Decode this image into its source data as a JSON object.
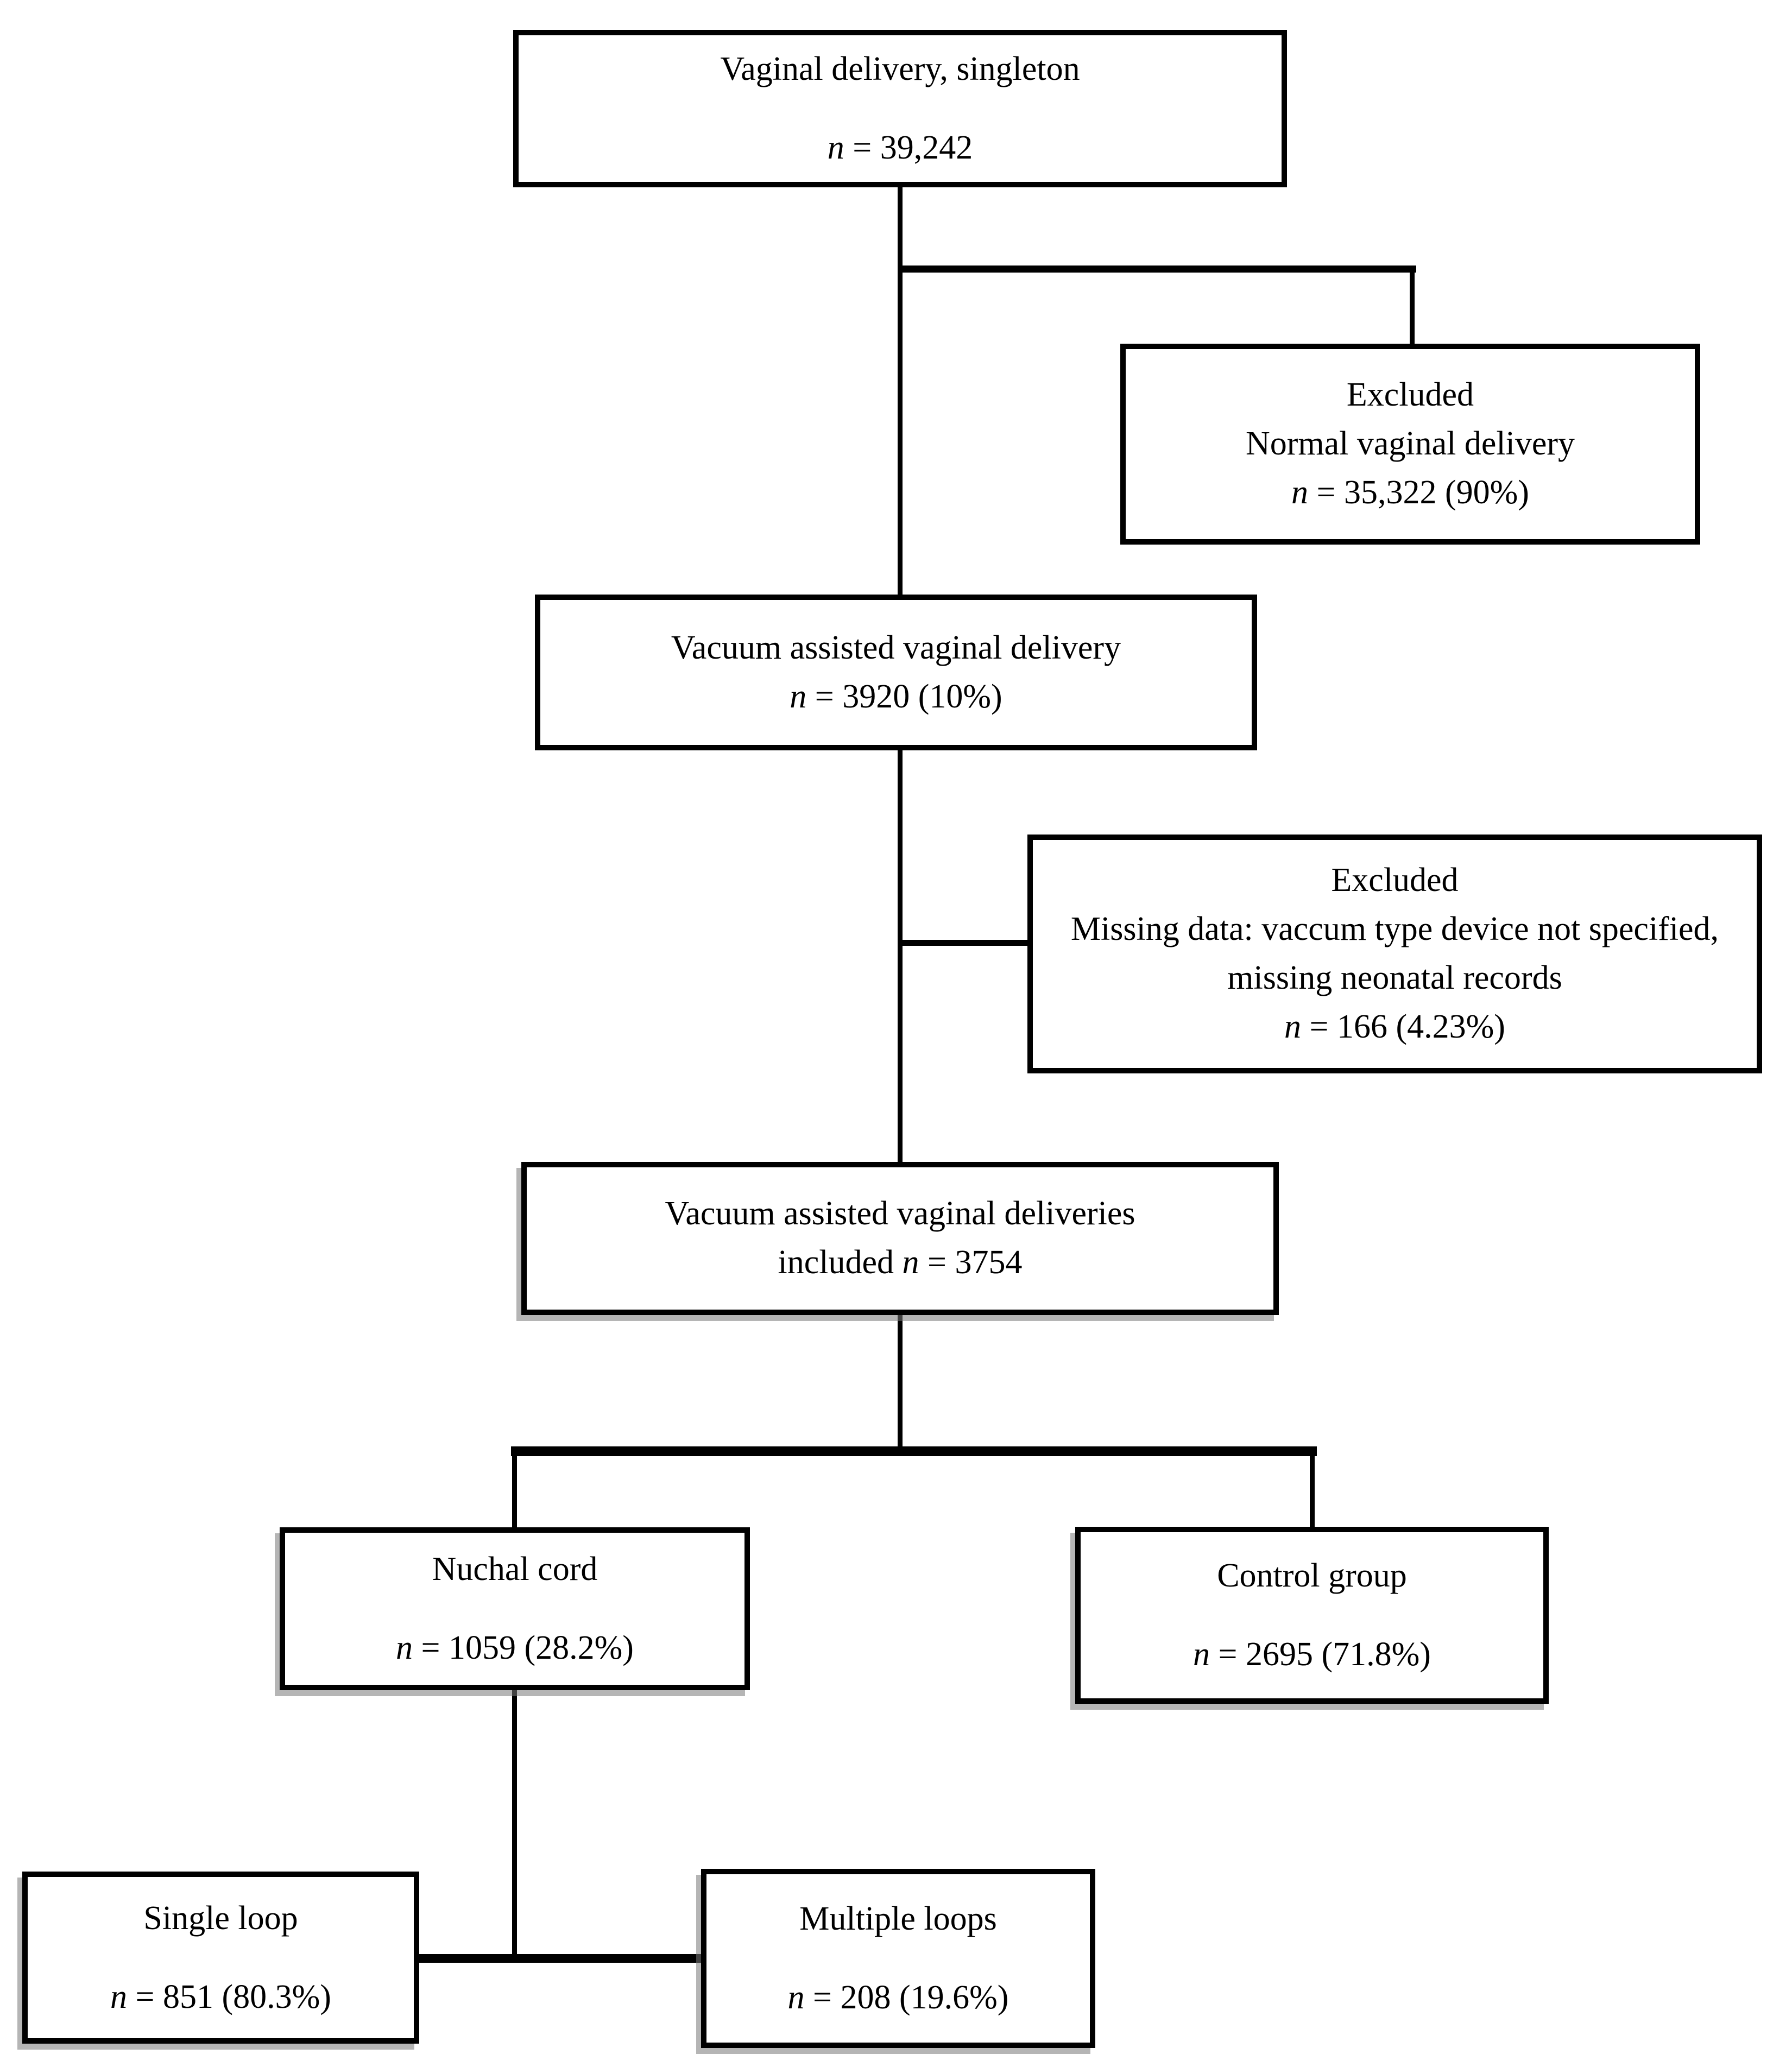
{
  "figure": {
    "type": "flowchart",
    "background_color": "#ffffff",
    "line_color": "#000000",
    "shadow_color": "#787878"
  },
  "boxes": {
    "top": {
      "title": "Vaginal delivery, singleton",
      "n_italic": "n",
      "n_text": "= 39,242"
    },
    "excluded_normal": {
      "line1": "Excluded",
      "line2": "Normal vaginal delivery",
      "n_italic": "n",
      "n_text": "= 35,322 (90%)"
    },
    "vacuum": {
      "title": "Vacuum assisted vaginal delivery",
      "n_italic": "n",
      "n_text": "= 3920 (10%)"
    },
    "excluded_missing": {
      "line1": "Excluded",
      "line2": "Missing data: vaccum type device not specified, missing neonatal records",
      "n_italic": "n",
      "n_text": "= 166 (4.23%)"
    },
    "included": {
      "title": "Vacuum assisted vaginal deliveries",
      "line2_prefix": "included",
      "n_italic": "n",
      "n_text": "= 3754"
    },
    "nuchal": {
      "title": "Nuchal cord",
      "n_italic": "n",
      "n_text": "= 1059 (28.2%)"
    },
    "control": {
      "title": "Control group",
      "n_italic": "n",
      "n_text": "= 2695 (71.8%)"
    },
    "single_loop": {
      "title": "Single loop",
      "n_italic": "n",
      "n_text": "= 851 (80.3%)"
    },
    "multiple_loops": {
      "title": "Multiple loops",
      "n_italic": "n",
      "n_text": "= 208 (19.6%)"
    }
  }
}
